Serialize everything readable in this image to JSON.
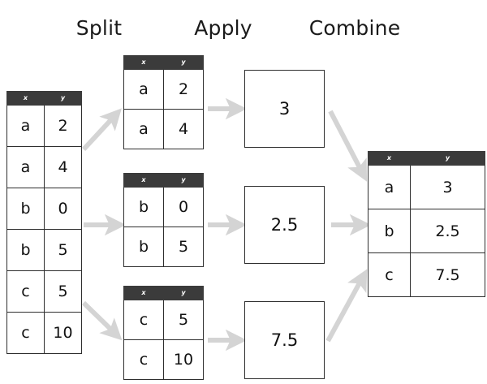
{
  "diagram": {
    "title_split": "Split",
    "title_apply": "Apply",
    "title_combine": "Combine",
    "column_headers": {
      "x": "x",
      "y": "y"
    }
  },
  "source_table": {
    "headers": [
      "x",
      "y"
    ],
    "rows": [
      {
        "x": "a",
        "y": "2"
      },
      {
        "x": "a",
        "y": "4"
      },
      {
        "x": "b",
        "y": "0"
      },
      {
        "x": "b",
        "y": "5"
      },
      {
        "x": "c",
        "y": "5"
      },
      {
        "x": "c",
        "y": "10"
      }
    ]
  },
  "groups": [
    {
      "headers": [
        "x",
        "y"
      ],
      "rows": [
        {
          "x": "a",
          "y": "2"
        },
        {
          "x": "a",
          "y": "4"
        }
      ],
      "apply_result": "3"
    },
    {
      "headers": [
        "x",
        "y"
      ],
      "rows": [
        {
          "x": "b",
          "y": "0"
        },
        {
          "x": "b",
          "y": "5"
        }
      ],
      "apply_result": "2.5"
    },
    {
      "headers": [
        "x",
        "y"
      ],
      "rows": [
        {
          "x": "c",
          "y": "5"
        },
        {
          "x": "c",
          "y": "10"
        }
      ],
      "apply_result": "7.5"
    }
  ],
  "result_table": {
    "headers": [
      "x",
      "y"
    ],
    "rows": [
      {
        "x": "a",
        "y": "3"
      },
      {
        "x": "b",
        "y": "2.5"
      },
      {
        "x": "c",
        "y": "7.5"
      }
    ]
  },
  "colors": {
    "arrow": "#d4d4d4",
    "header_bg": "#3b3b3b",
    "header_text": "#ffffff",
    "border": "#2e2e2e",
    "text": "#111111",
    "background": "#ffffff"
  }
}
